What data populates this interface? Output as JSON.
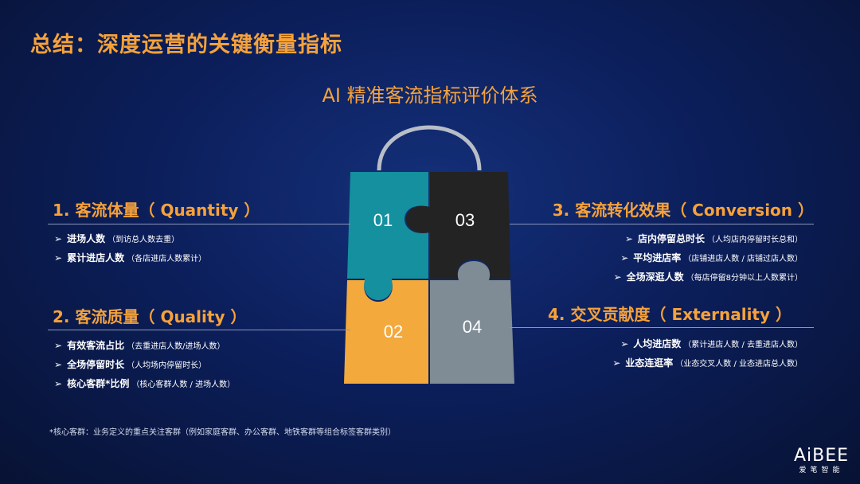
{
  "title": "总结：深度运营的关键衡量指标",
  "subtitle": "AI 精准客流指标评价体系",
  "puzzle": {
    "p1": "01",
    "p2": "02",
    "p3": "03",
    "p4": "04"
  },
  "sections": {
    "s1": {
      "head": "1. 客流体量（ Quantity ）",
      "items": [
        {
          "label": "进场人数",
          "note": "（到访总人数去重）"
        },
        {
          "label": "累计进店人数",
          "note": "（各店进店人数累计）"
        }
      ]
    },
    "s2": {
      "head": "2. 客流质量（ Quality ）",
      "items": [
        {
          "label": "有效客流占比",
          "note": "（去重进店人数/进场人数）"
        },
        {
          "label": "全场停留时长",
          "note": "（人均场内停留时长）"
        },
        {
          "label": "核心客群*比例",
          "note": "（核心客群人数 / 进场人数）"
        }
      ]
    },
    "s3": {
      "head": "3. 客流转化效果（ Conversion ）",
      "items": [
        {
          "label": "店内停留总时长",
          "note": "（人均店内停留时长总和）"
        },
        {
          "label": "平均进店率",
          "note": "（店铺进店人数 / 店铺过店人数）"
        },
        {
          "label": "全场深逛人数",
          "note": "（每店停留8分钟以上人数累计）"
        }
      ]
    },
    "s4": {
      "head": "4. 交叉贡献度（ Externality ）",
      "items": [
        {
          "label": "人均进店数",
          "note": "（累计进店人数 / 去重进店人数）"
        },
        {
          "label": "业态连逛率",
          "note": "（业态交叉人数 / 业态进店总人数）"
        }
      ]
    }
  },
  "footnote": "*核心客群：业务定义的重点关注客群（例如家庭客群、办公客群、地铁客群等组合标签客群类别）",
  "logo": {
    "main": "AiBEE",
    "sub": "爱笔智能"
  },
  "colors": {
    "accent": "#f6a23a",
    "piece1": "#14909e",
    "piece2": "#f4a93c",
    "piece3": "#232323",
    "piece4": "#7f8b95"
  }
}
